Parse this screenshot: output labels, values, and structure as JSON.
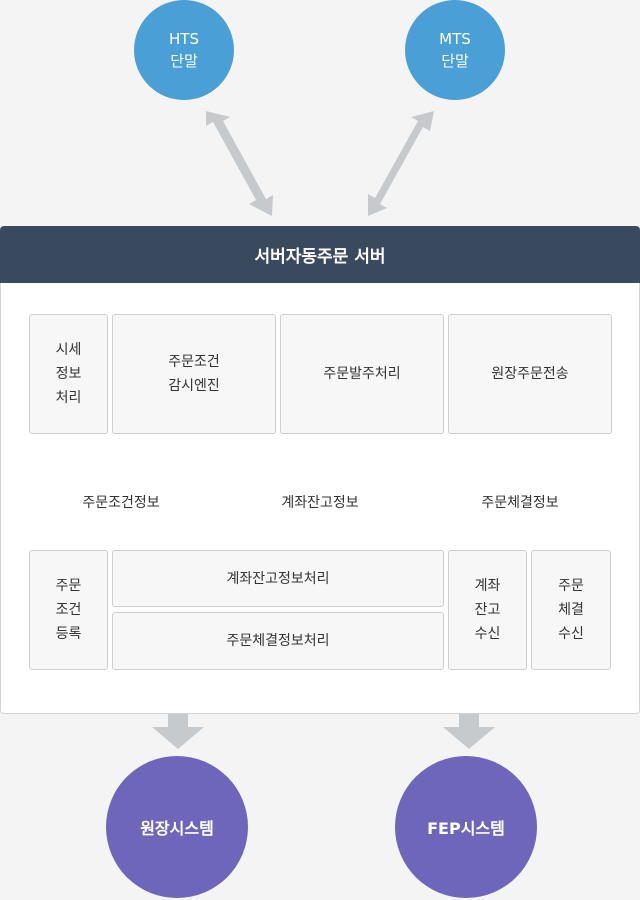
{
  "terminals": {
    "hts": {
      "line1": "HTS",
      "line2": "단말"
    },
    "mts": {
      "line1": "MTS",
      "line2": "단말"
    }
  },
  "server": {
    "title": "서버자동주문 서버",
    "modules": {
      "market": [
        "시세",
        "정보",
        "처리"
      ],
      "engine": [
        "주문조건",
        "감시엔진"
      ],
      "order_dispatch": "주문발주처리",
      "remote_send": "원장주문전송"
    },
    "databases": {
      "order_condition": "주문조건정보",
      "account_balance": "계좌잔고정보",
      "order_execution": "주문체결정보"
    },
    "processes": {
      "order_register": [
        "주문",
        "조건",
        "등록"
      ],
      "balance_process": "계좌잔고정보처리",
      "execution_process": "주문체결정보처리",
      "balance_receive": [
        "계좌",
        "잔고",
        "수신"
      ],
      "execution_receive": [
        "주문",
        "체결",
        "수신"
      ]
    }
  },
  "systems": {
    "ledger": "원장시스템",
    "fep": "FEP시스템"
  },
  "colors": {
    "terminal": "#4a9fd6",
    "system": "#6e66bb",
    "header": "#3a4a5e",
    "arrow": "#c7cacd"
  }
}
